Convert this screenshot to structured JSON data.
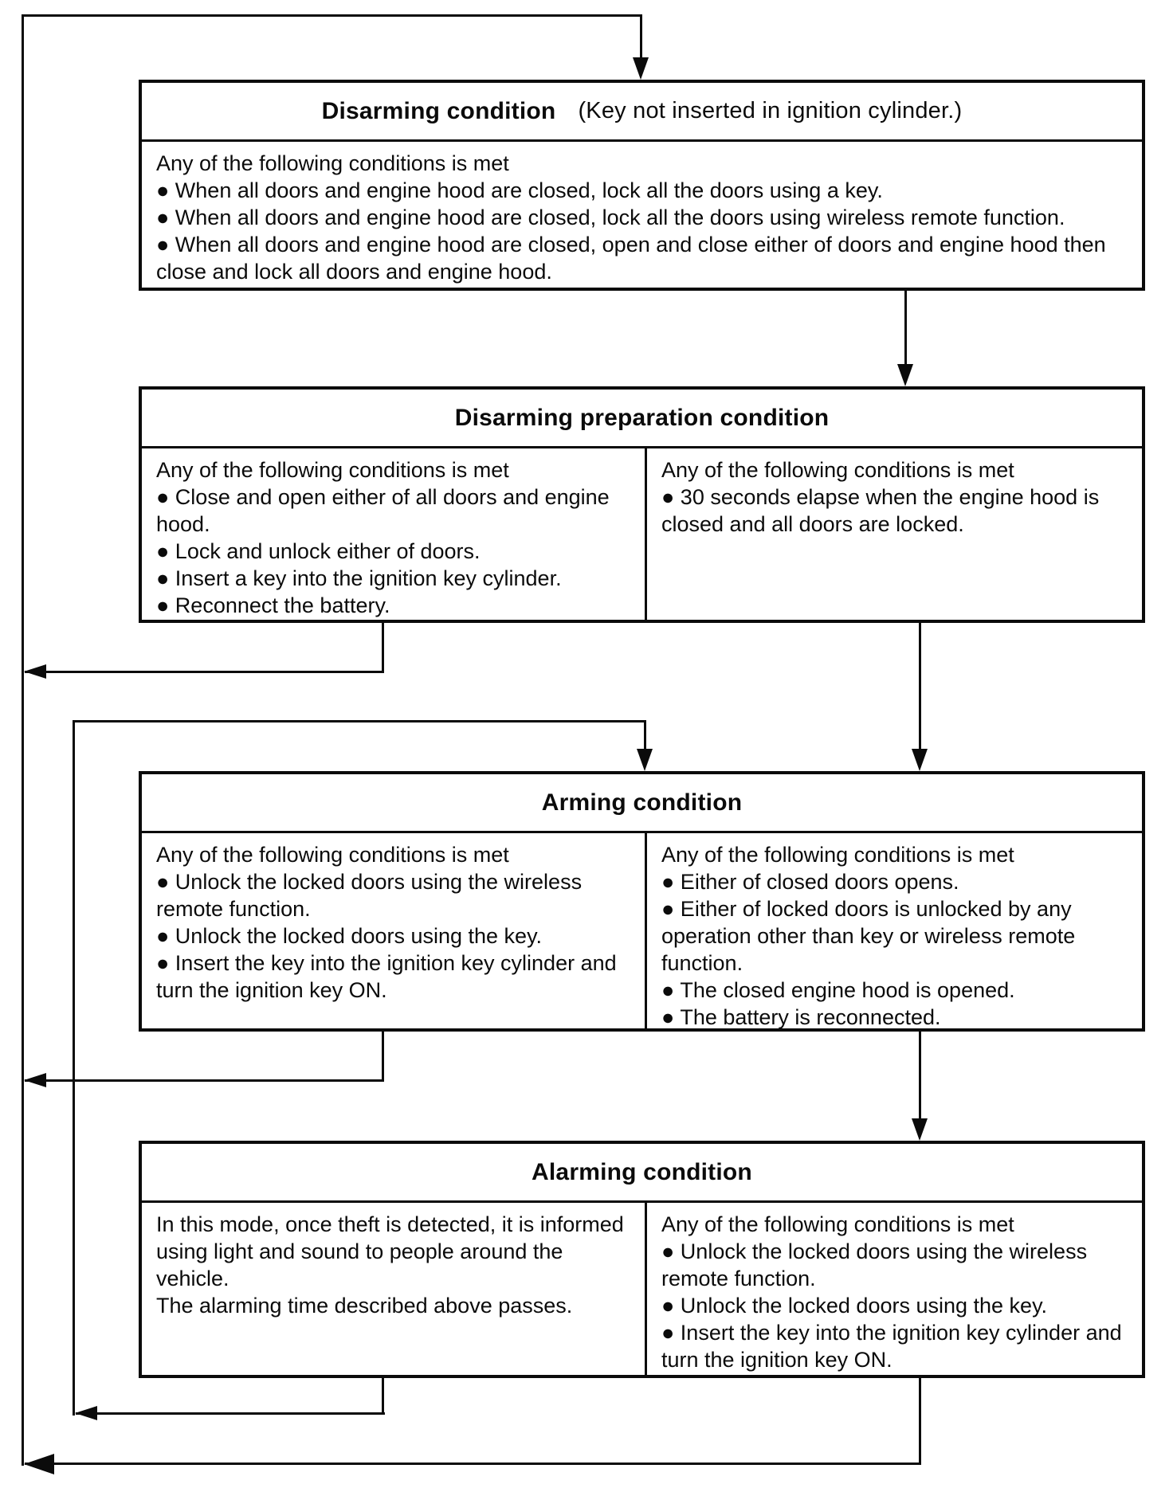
{
  "diagram": {
    "colors": {
      "line": "#0b0b0b",
      "background": "#ffffff",
      "text": "#0b0b0b"
    },
    "boxes": [
      {
        "title": "Disarming condition",
        "note": "(Key not inserted in ignition cylinder.)",
        "columns": [
          [
            "Any of the following conditions is met",
            "● When all doors and engine hood are closed, lock all the doors using a key.",
            "● When all doors and engine hood are closed, lock all the doors using wireless remote function.",
            "● When all doors and engine hood are closed, open and close either of doors and engine hood then close and lock all doors and engine hood."
          ]
        ]
      },
      {
        "title": "Disarming preparation condition",
        "note": "",
        "columns": [
          [
            "Any of the following conditions is met",
            "● Close and open either of all doors and engine hood.",
            "● Lock and unlock either of doors.",
            "● Insert a key into the ignition key cylinder.",
            "● Reconnect the battery."
          ],
          [
            "Any of the following conditions is met",
            "● 30 seconds elapse when the engine hood is closed and all doors are locked."
          ]
        ]
      },
      {
        "title": "Arming condition",
        "note": "",
        "columns": [
          [
            "Any of the following conditions is met",
            "● Unlock the locked doors using the wireless remote function.",
            "● Unlock the locked doors using the key.",
            "● Insert the key into the ignition key cylinder and turn the ignition key ON."
          ],
          [
            "Any of the following conditions is met",
            "● Either of closed doors opens.",
            "● Either of locked doors is unlocked by any operation other than key or wireless remote function.",
            "● The closed engine hood is opened.",
            "● The battery is reconnected."
          ]
        ]
      },
      {
        "title": "Alarming condition",
        "note": "",
        "columns": [
          [
            "In this mode, once theft is detected, it is informed using light and sound to people around the vehicle.",
            "The alarming time described above passes."
          ],
          [
            "Any of the following conditions is met",
            "● Unlock the locked doors using the wireless remote function.",
            "● Unlock the locked doors using the key.",
            "● Insert the key into the ignition key cylinder and turn the ignition key ON."
          ]
        ]
      }
    ]
  }
}
